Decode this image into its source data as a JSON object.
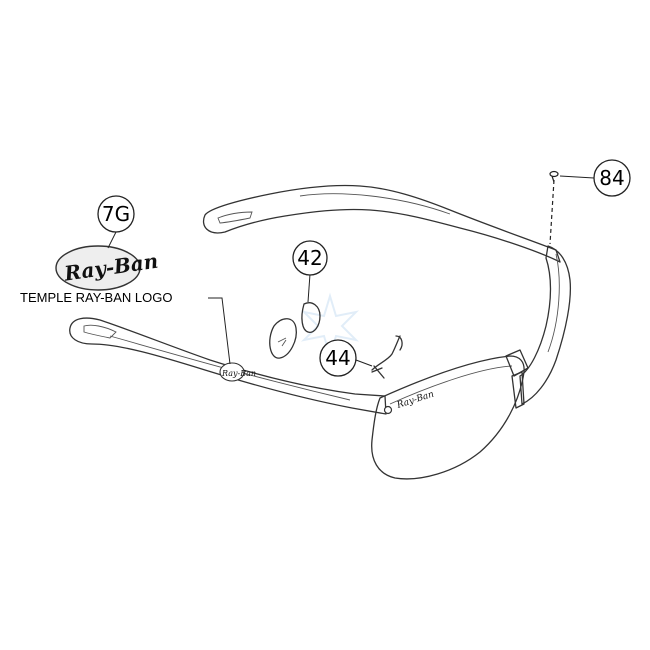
{
  "parts": [
    {
      "id": "7G"
    },
    {
      "id": "42"
    },
    {
      "id": "44"
    },
    {
      "id": "84"
    }
  ],
  "labels": {
    "temple_logo": "TEMPLE RAY-BAN LOGO"
  },
  "logo_text": "Ray-Ban",
  "colors": {
    "line": "#333333",
    "watermark": "#c9dff2"
  }
}
